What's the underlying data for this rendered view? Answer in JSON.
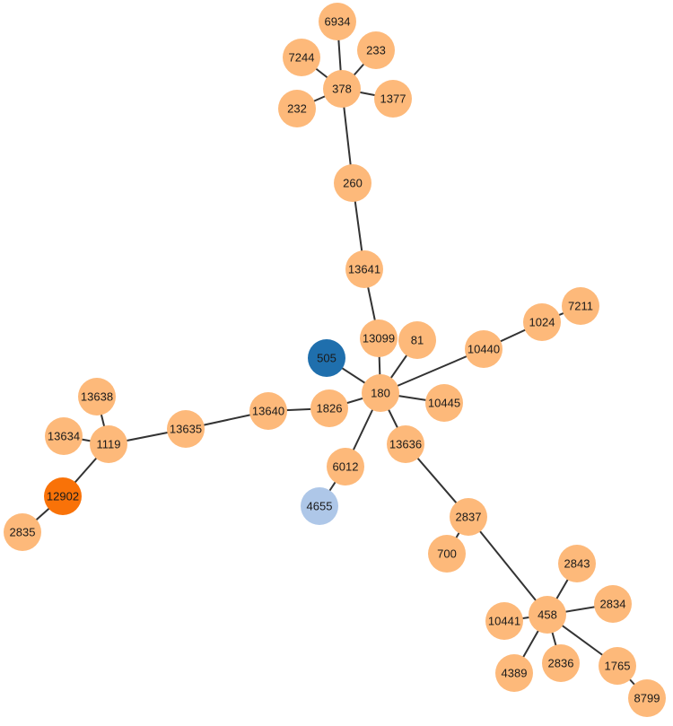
{
  "graph": {
    "colors": {
      "default": "#fdb97a",
      "highlight_dark_blue": "#1f6fad",
      "highlight_light_blue": "#aec7e8",
      "highlight_orange": "#f97208"
    },
    "nodes": [
      {
        "id": "6934",
        "label": "6934",
        "color": "default"
      },
      {
        "id": "7244",
        "label": "7244",
        "color": "default"
      },
      {
        "id": "233",
        "label": "233",
        "color": "default"
      },
      {
        "id": "378",
        "label": "378",
        "color": "default"
      },
      {
        "id": "1377",
        "label": "1377",
        "color": "default"
      },
      {
        "id": "232",
        "label": "232",
        "color": "default"
      },
      {
        "id": "260",
        "label": "260",
        "color": "default"
      },
      {
        "id": "13641",
        "label": "13641",
        "color": "default"
      },
      {
        "id": "7211",
        "label": "7211",
        "color": "default"
      },
      {
        "id": "1024",
        "label": "1024",
        "color": "default"
      },
      {
        "id": "13099",
        "label": "13099",
        "color": "default"
      },
      {
        "id": "81",
        "label": "81",
        "color": "default"
      },
      {
        "id": "10440",
        "label": "10440",
        "color": "default"
      },
      {
        "id": "505",
        "label": "505",
        "color": "highlight_dark_blue"
      },
      {
        "id": "180",
        "label": "180",
        "color": "default"
      },
      {
        "id": "10445",
        "label": "10445",
        "color": "default"
      },
      {
        "id": "1826",
        "label": "1826",
        "color": "default"
      },
      {
        "id": "13640",
        "label": "13640",
        "color": "default"
      },
      {
        "id": "13638",
        "label": "13638",
        "color": "default"
      },
      {
        "id": "13635",
        "label": "13635",
        "color": "default"
      },
      {
        "id": "13634",
        "label": "13634",
        "color": "default"
      },
      {
        "id": "1119",
        "label": "1119",
        "color": "default"
      },
      {
        "id": "13636",
        "label": "13636",
        "color": "default"
      },
      {
        "id": "6012",
        "label": "6012",
        "color": "default"
      },
      {
        "id": "12902",
        "label": "12902",
        "color": "highlight_orange"
      },
      {
        "id": "4655",
        "label": "4655",
        "color": "highlight_light_blue"
      },
      {
        "id": "2837",
        "label": "2837",
        "color": "default"
      },
      {
        "id": "2835",
        "label": "2835",
        "color": "default"
      },
      {
        "id": "700",
        "label": "700",
        "color": "default"
      },
      {
        "id": "2843",
        "label": "2843",
        "color": "default"
      },
      {
        "id": "2834",
        "label": "2834",
        "color": "default"
      },
      {
        "id": "10441",
        "label": "10441",
        "color": "default"
      },
      {
        "id": "458",
        "label": "458",
        "color": "default"
      },
      {
        "id": "4389",
        "label": "4389",
        "color": "default"
      },
      {
        "id": "2836",
        "label": "2836",
        "color": "default"
      },
      {
        "id": "1765",
        "label": "1765",
        "color": "default"
      },
      {
        "id": "8799",
        "label": "8799",
        "color": "default"
      }
    ],
    "edges": [
      [
        "378",
        "6934"
      ],
      [
        "378",
        "7244"
      ],
      [
        "378",
        "233"
      ],
      [
        "378",
        "1377"
      ],
      [
        "378",
        "232"
      ],
      [
        "378",
        "260"
      ],
      [
        "260",
        "13641"
      ],
      [
        "13641",
        "13099"
      ],
      [
        "13099",
        "180"
      ],
      [
        "81",
        "180"
      ],
      [
        "505",
        "180"
      ],
      [
        "10440",
        "180"
      ],
      [
        "10440",
        "1024"
      ],
      [
        "1024",
        "7211"
      ],
      [
        "10445",
        "180"
      ],
      [
        "1826",
        "180"
      ],
      [
        "1826",
        "13640"
      ],
      [
        "13640",
        "13635"
      ],
      [
        "13635",
        "1119"
      ],
      [
        "1119",
        "13638"
      ],
      [
        "1119",
        "13634"
      ],
      [
        "1119",
        "12902"
      ],
      [
        "12902",
        "2835"
      ],
      [
        "180",
        "6012"
      ],
      [
        "6012",
        "4655"
      ],
      [
        "180",
        "13636"
      ],
      [
        "13636",
        "2837"
      ],
      [
        "2837",
        "700"
      ],
      [
        "2837",
        "458"
      ],
      [
        "458",
        "2843"
      ],
      [
        "458",
        "2834"
      ],
      [
        "458",
        "10441"
      ],
      [
        "458",
        "4389"
      ],
      [
        "458",
        "2836"
      ],
      [
        "458",
        "1765"
      ],
      [
        "1765",
        "8799"
      ]
    ]
  }
}
